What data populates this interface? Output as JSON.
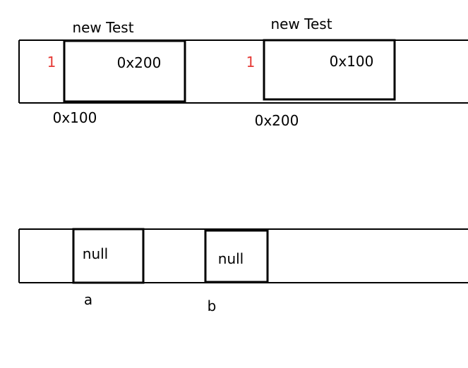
{
  "heap": {
    "objects": [
      {
        "label": "new Test",
        "count": "1",
        "reference": "0x200",
        "address": "0x100"
      },
      {
        "label": "new Test",
        "count": "1",
        "reference": "0x100",
        "address": "0x200"
      }
    ]
  },
  "stack": {
    "variables": [
      {
        "value": "null",
        "name": "a"
      },
      {
        "value": "null",
        "name": "b"
      }
    ]
  },
  "colors": {
    "stroke": "#000000",
    "count_text": "#e53935",
    "text": "#000000",
    "background": "#ffffff"
  }
}
